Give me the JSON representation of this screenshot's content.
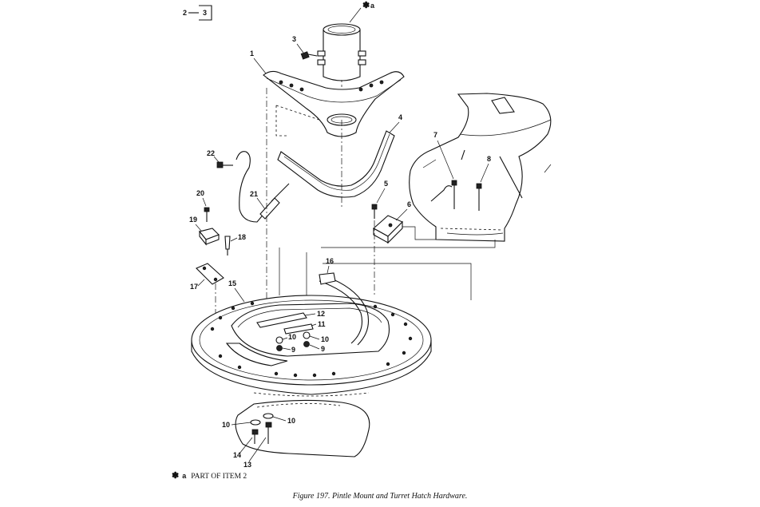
{
  "header_ref": {
    "item": "2",
    "part": "3"
  },
  "callouts": {
    "c1": "1",
    "c3": "3",
    "c4": "4",
    "c5": "5",
    "c6": "6",
    "c7": "7",
    "c8": "8",
    "c9a": "9",
    "c9b": "9",
    "c10a": "10",
    "c10b": "10",
    "c10c": "10",
    "c10d": "10",
    "c11": "11",
    "c12": "12",
    "c13": "13",
    "c14": "14",
    "c15": "15",
    "c16": "16",
    "c17": "17",
    "c18": "18",
    "c19": "19",
    "c20": "20",
    "c21": "21",
    "c22": "22",
    "ca": "a"
  },
  "note": {
    "symbol": "✽",
    "letter": "a",
    "text": "PART OF ITEM 2"
  },
  "caption": "Figure 197.  Pintle Mount and Turret Hatch Hardware."
}
